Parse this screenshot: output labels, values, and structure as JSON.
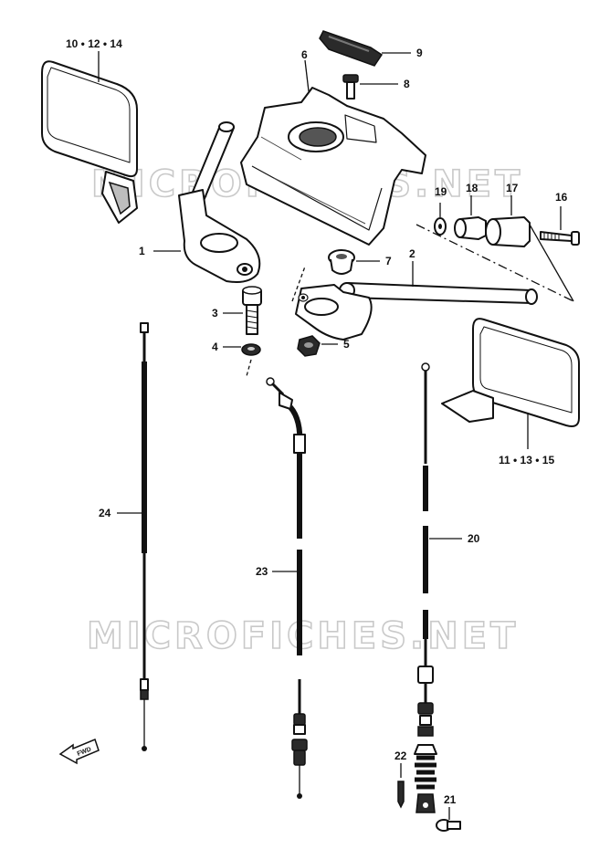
{
  "watermark": "MICROFICHES.NET",
  "direction_marker": "FWD",
  "callouts": {
    "c1": "1",
    "c2": "2",
    "c3": "3",
    "c4": "4",
    "c5": "5",
    "c6": "6",
    "c7": "7",
    "c8": "8",
    "c9": "9",
    "c16": "16",
    "c17": "17",
    "c18": "18",
    "c19": "19",
    "c20": "20",
    "c21": "21",
    "c22": "22",
    "c23": "23",
    "c24": "24",
    "left_mirror": "10 • 12 • 14",
    "right_mirror": "11 • 13 • 15"
  }
}
